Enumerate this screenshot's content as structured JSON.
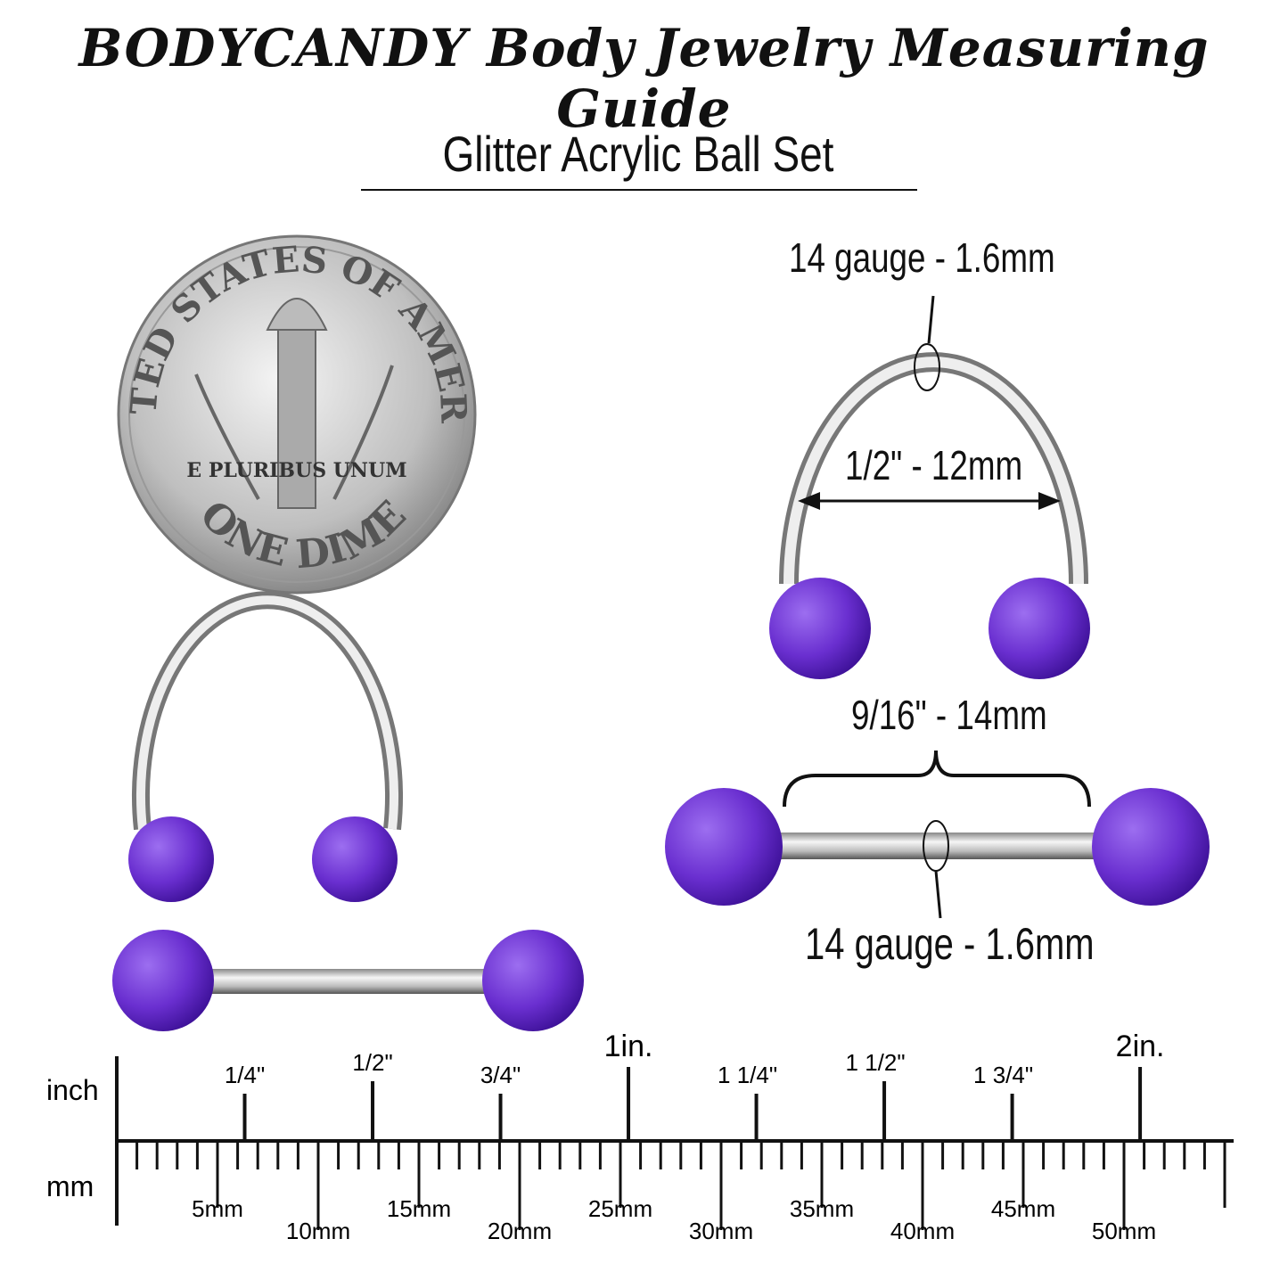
{
  "header": {
    "title": "BODYCANDY Body Jewelry Measuring Guide",
    "subtitle": "Glitter Acrylic Ball Set"
  },
  "coin": {
    "name": "dime",
    "lettering": [
      "UNITED STATES OF AMERICA",
      "E PLURIBUS UNUM",
      "ONE DIME"
    ]
  },
  "annotations": {
    "horseshoe_gauge": "14 gauge - 1.6mm",
    "horseshoe_diameter": "1/2\" - 12mm",
    "barbell_length": "9/16\" - 14mm",
    "barbell_gauge": "14 gauge - 1.6mm"
  },
  "colors": {
    "ball": "#6a2fd0",
    "ball_dark": "#3f129a",
    "metal": "#c8c8c8"
  },
  "ruler": {
    "inch_label": "inch",
    "mm_label": "mm",
    "inch_ticks": [
      {
        "value": 0.25,
        "label": "1/4\""
      },
      {
        "value": 0.5,
        "label": "1/2\""
      },
      {
        "value": 0.75,
        "label": "3/4\""
      },
      {
        "value": 1,
        "label": "1in."
      },
      {
        "value": 1.25,
        "label": "1 1/4\""
      },
      {
        "value": 1.5,
        "label": "1 1/2\""
      },
      {
        "value": 1.75,
        "label": "1 3/4\""
      },
      {
        "value": 2,
        "label": "2in."
      }
    ],
    "mm_max": 55,
    "mm_labels": [
      {
        "value": 5,
        "label": "5mm"
      },
      {
        "value": 10,
        "label": "10mm"
      },
      {
        "value": 15,
        "label": "15mm"
      },
      {
        "value": 20,
        "label": "20mm"
      },
      {
        "value": 25,
        "label": "25mm"
      },
      {
        "value": 30,
        "label": "30mm"
      },
      {
        "value": 35,
        "label": "35mm"
      },
      {
        "value": 40,
        "label": "40mm"
      },
      {
        "value": 45,
        "label": "45mm"
      },
      {
        "value": 50,
        "label": "50mm"
      }
    ]
  }
}
